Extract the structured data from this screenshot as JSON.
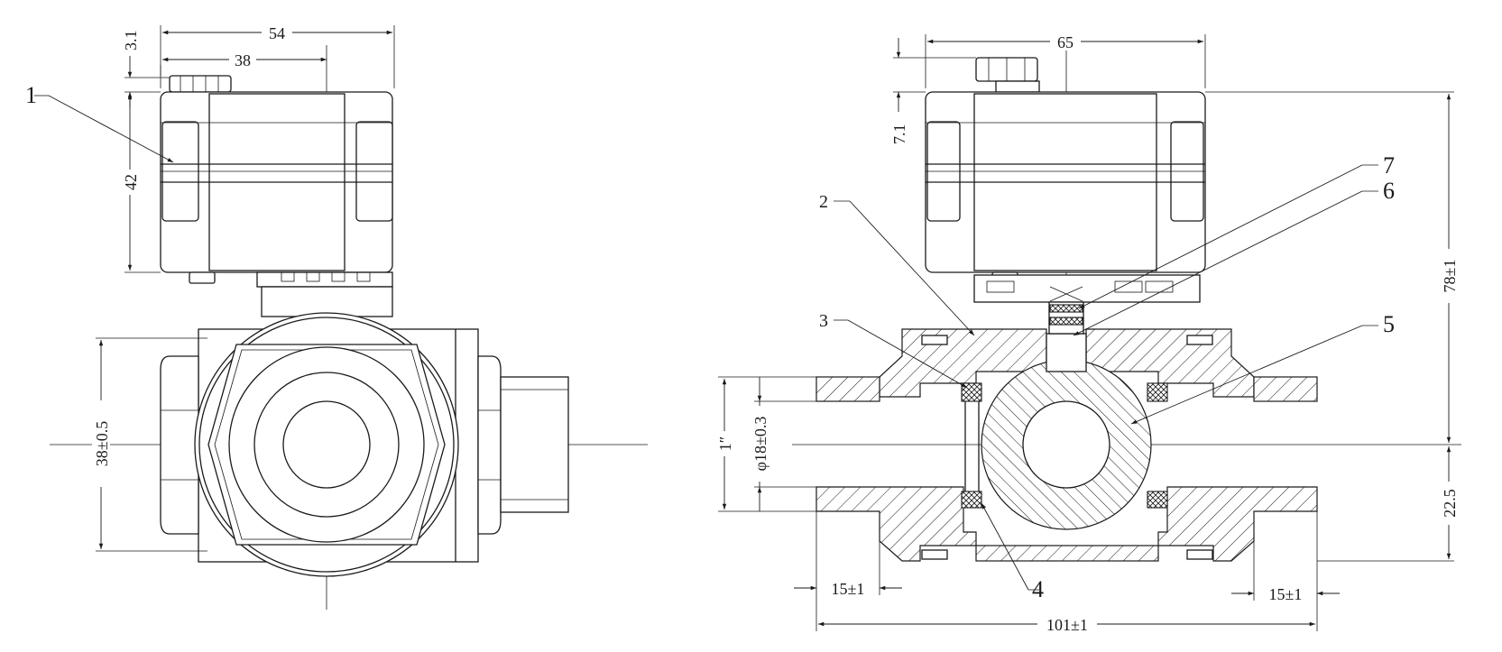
{
  "left_view": {
    "dimensions": {
      "width_overall": "54",
      "width_top": "38",
      "knob_height": "3.1",
      "actuator_height": "42",
      "port_height": "38±0.5"
    },
    "callouts": {
      "actuator": "1"
    }
  },
  "right_view": {
    "dimensions": {
      "actuator_width": "65",
      "knob_height": "7.1",
      "height_above_axis": "78±1",
      "height_below_axis": "22.5",
      "nominal_size": "1″",
      "bore_diameter": "φ18±0.3",
      "thread_left": "15±1",
      "thread_right": "15±1",
      "overall_length": "101±1"
    },
    "callouts": {
      "c2": "2",
      "c3": "3",
      "c4": "4",
      "c5": "5",
      "c6": "6",
      "c7": "7"
    }
  },
  "colors": {
    "line": "#1a1a1a",
    "background": "#ffffff"
  }
}
